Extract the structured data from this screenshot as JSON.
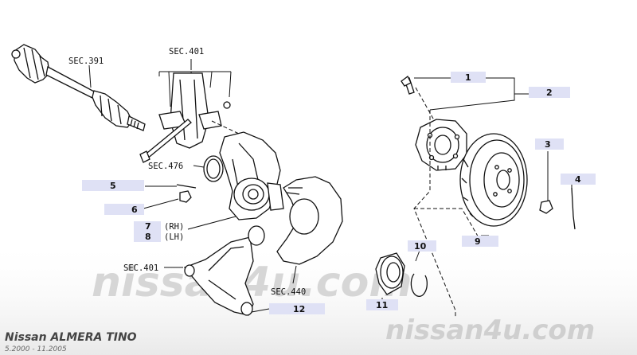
{
  "sections": {
    "sec391": "SEC.391",
    "sec401_top": "SEC.401",
    "sec476": "SEC.476",
    "sec401_bottom": "SEC.401",
    "sec440": "SEC.440"
  },
  "callouts": {
    "c1": "1",
    "c2": "2",
    "c3": "3",
    "c4": "4",
    "c5": "5",
    "c6": "6",
    "c7": "7",
    "c7_side": "(RH)",
    "c8": "8",
    "c8_side": "(LH)",
    "c9": "9",
    "c10": "10",
    "c11": "11",
    "c12": "12"
  },
  "footer": {
    "model": "Nissan ALMERA TINO",
    "dates": "5.2000 - 11.2005",
    "site": "nissan4u.com",
    "watermark": "nissan4u.com"
  },
  "colors": {
    "callout_fill": "#dfe1f5",
    "ink": "#111111",
    "watermark": "#d2d2d2"
  }
}
